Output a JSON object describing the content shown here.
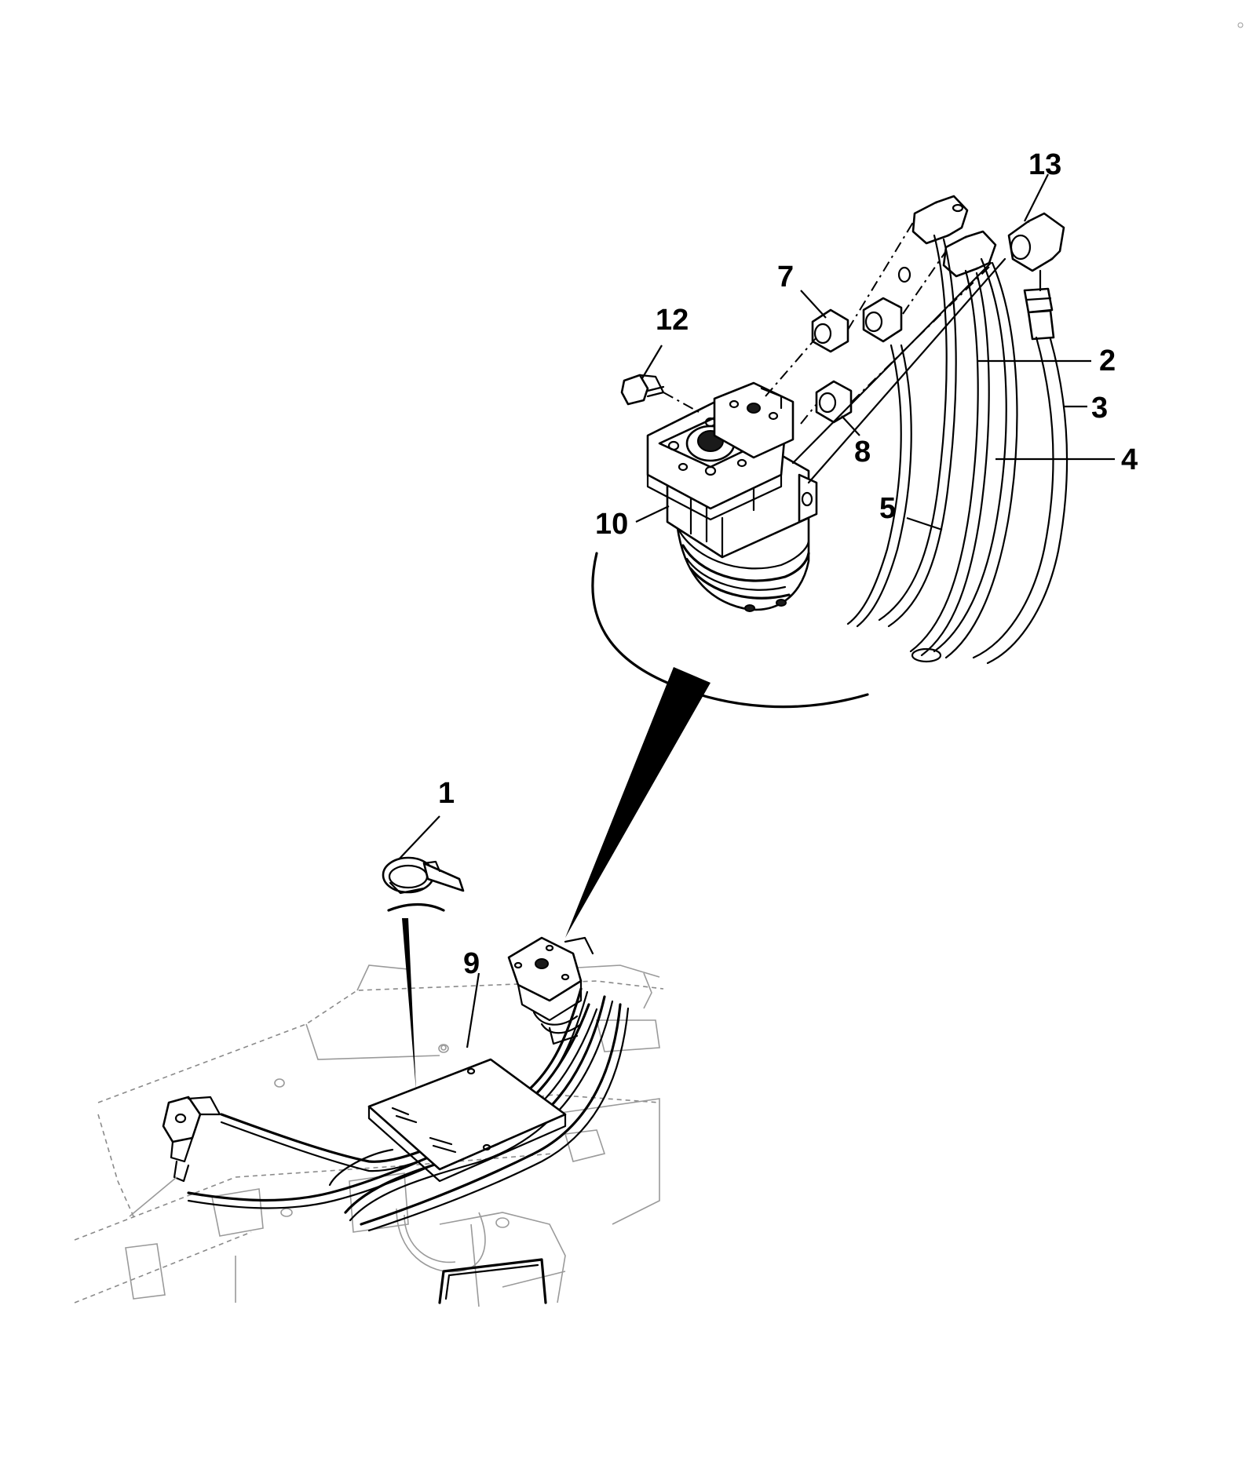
{
  "callouts": {
    "c1": "1",
    "c2": "2",
    "c3": "3",
    "c4": "4",
    "c5": "5",
    "c7": "7",
    "c8": "8",
    "c9": "9",
    "c10": "10",
    "c12": "12",
    "c13": "13"
  },
  "parts": {
    "cable_tie": "cable-tie",
    "hose_a": "hose",
    "hose_b": "hose",
    "hose_c": "hose",
    "hose_d": "hose",
    "fitting_a": "fitting",
    "fitting_b": "fitting",
    "bracket": "bracket",
    "steering_unit": "steering-unit",
    "plug_fitting": "fitting",
    "elbow_fitting": "elbow-fitting"
  }
}
